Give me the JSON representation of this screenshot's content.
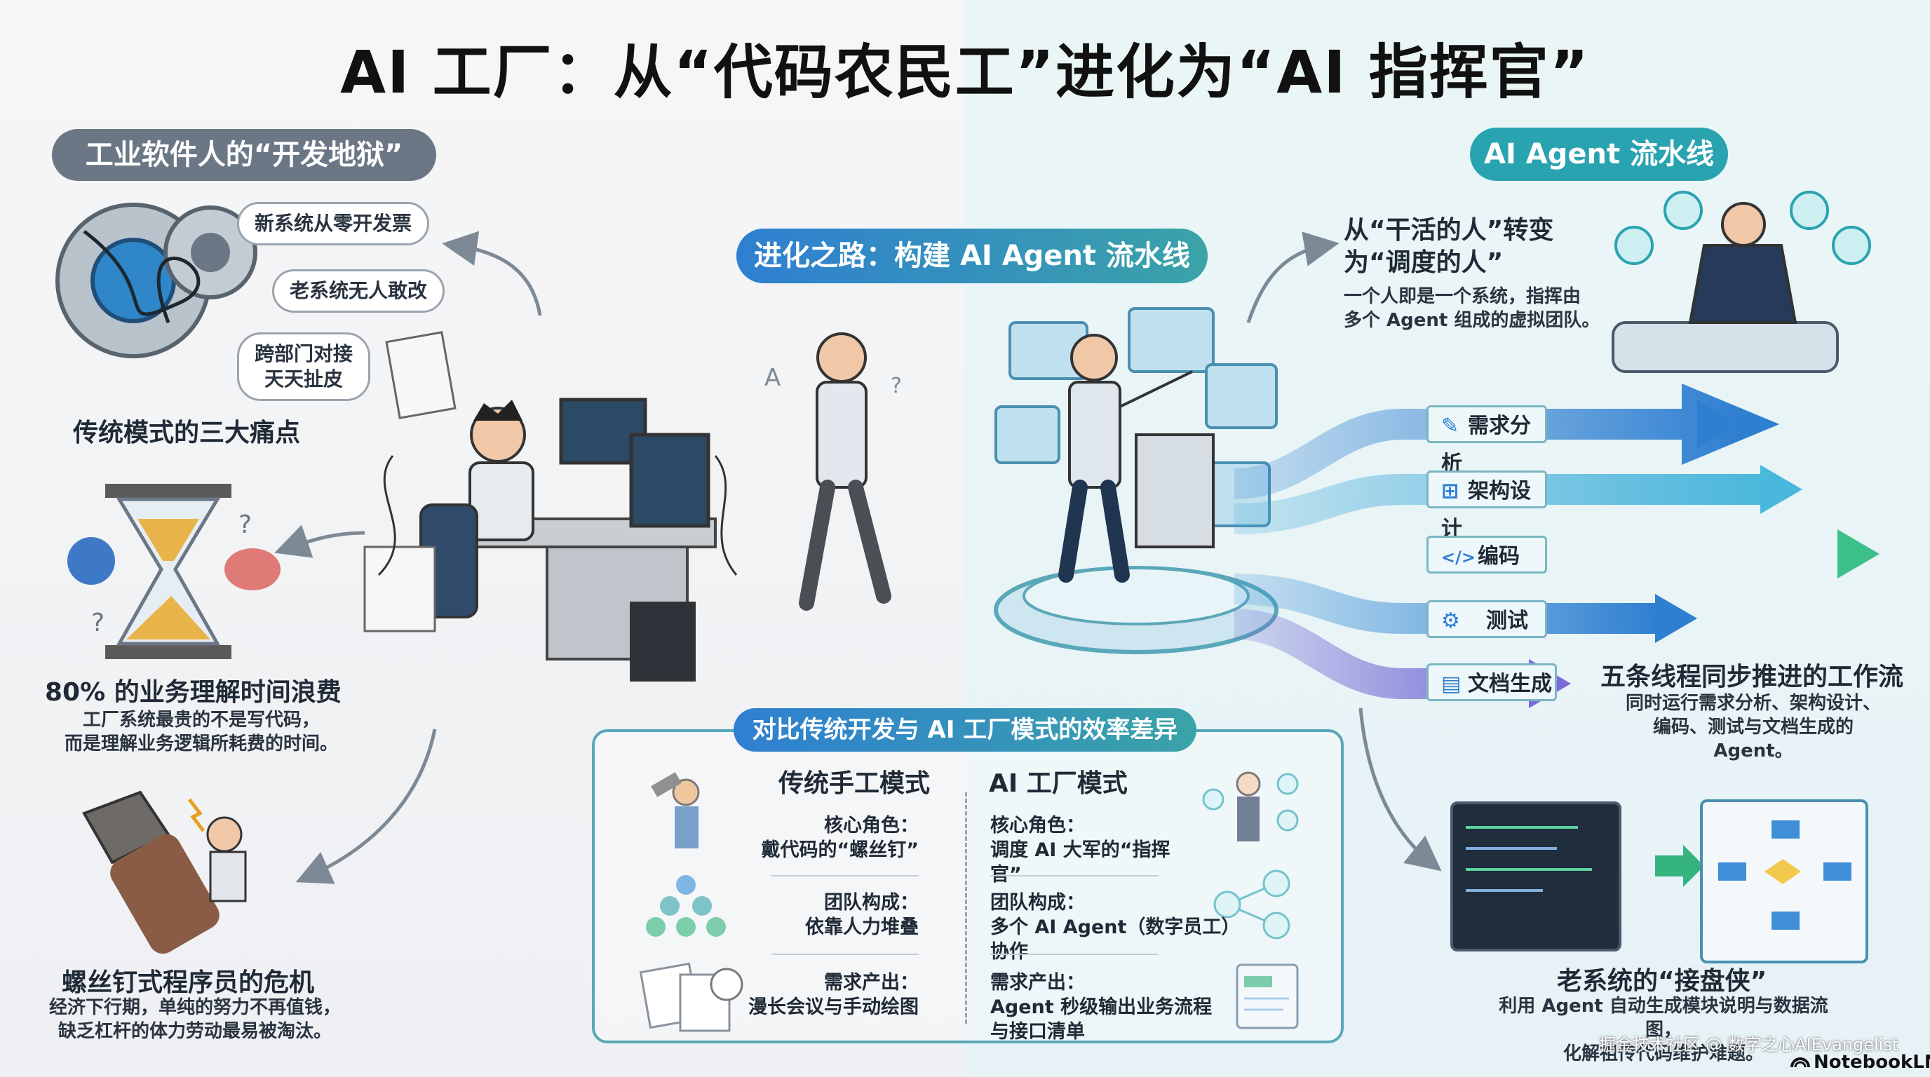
{
  "title": "AI 工厂：从“代码农民工”进化为“AI 指挥官”",
  "left": {
    "pill": "工业软件人的“开发地狱”",
    "bubbles": [
      "新系统从零开发票",
      "老系统无人敢改",
      "跨部门对接\n天天扯皮"
    ],
    "pain_title": "传统模式的三大痛点",
    "waste_title": "80% 的业务理解时间浪费",
    "waste_sub": "工厂系统最贵的不是写代码，\n而是理解业务逻辑所耗费的时间。",
    "screw_title": "螺丝钉式程序员的危机",
    "screw_sub": "经济下行期，单纯的努力不再值钱，\n缺乏杠杆的体力劳动最易被淘汰。"
  },
  "center": {
    "pill": "进化之路：构建 AI Agent 流水线"
  },
  "right": {
    "pill": "AI Agent 流水线",
    "shift_title": "从“干活的人”转变\n为“调度的人”",
    "shift_sub": "一个人即是一个系统，指挥由\n多个 Agent 组成的虚拟团队。",
    "stages": [
      "需求分析",
      "架构设计",
      "编码",
      "测试",
      "文档生成"
    ],
    "parallel_title": "五条线程同步推进的工作流",
    "parallel_sub": "同时运行需求分析、架构设计、\n编码、测试与文档生成的 Agent。",
    "legacy_title": "老系统的“接盘侠”",
    "legacy_sub": "利用 Agent 自动生成模块说明与数据流图，\n化解祖传代码维护难题。"
  },
  "compare": {
    "title": "对比传统开发与 AI 工厂模式的效率差异",
    "col_left": "传统手工模式",
    "col_right": "AI 工厂模式",
    "rows": [
      {
        "left": "核心角色：\n戴代码的“螺丝钉”",
        "right": "核心角色：\n调度 AI 大军的“指挥官”"
      },
      {
        "left": "团队构成：\n依靠人力堆叠",
        "right": "团队构成：\n多个 AI Agent（数字员工）协作"
      },
      {
        "left": "需求产出：\n漫长会议与手动绘图",
        "right": "需求产出：\nAgent 秒级输出业务流程\n与接口清单"
      }
    ]
  },
  "footer": {
    "watermark": "掘金技术社区 @ 数字之心AIEvangelist",
    "brand": "NotebookLM"
  },
  "colors": {
    "blue": "#2f7fd1",
    "teal": "#2aa3b1",
    "green": "#35b37e",
    "purple": "#6a6ad0",
    "gray": "#6b7785"
  }
}
